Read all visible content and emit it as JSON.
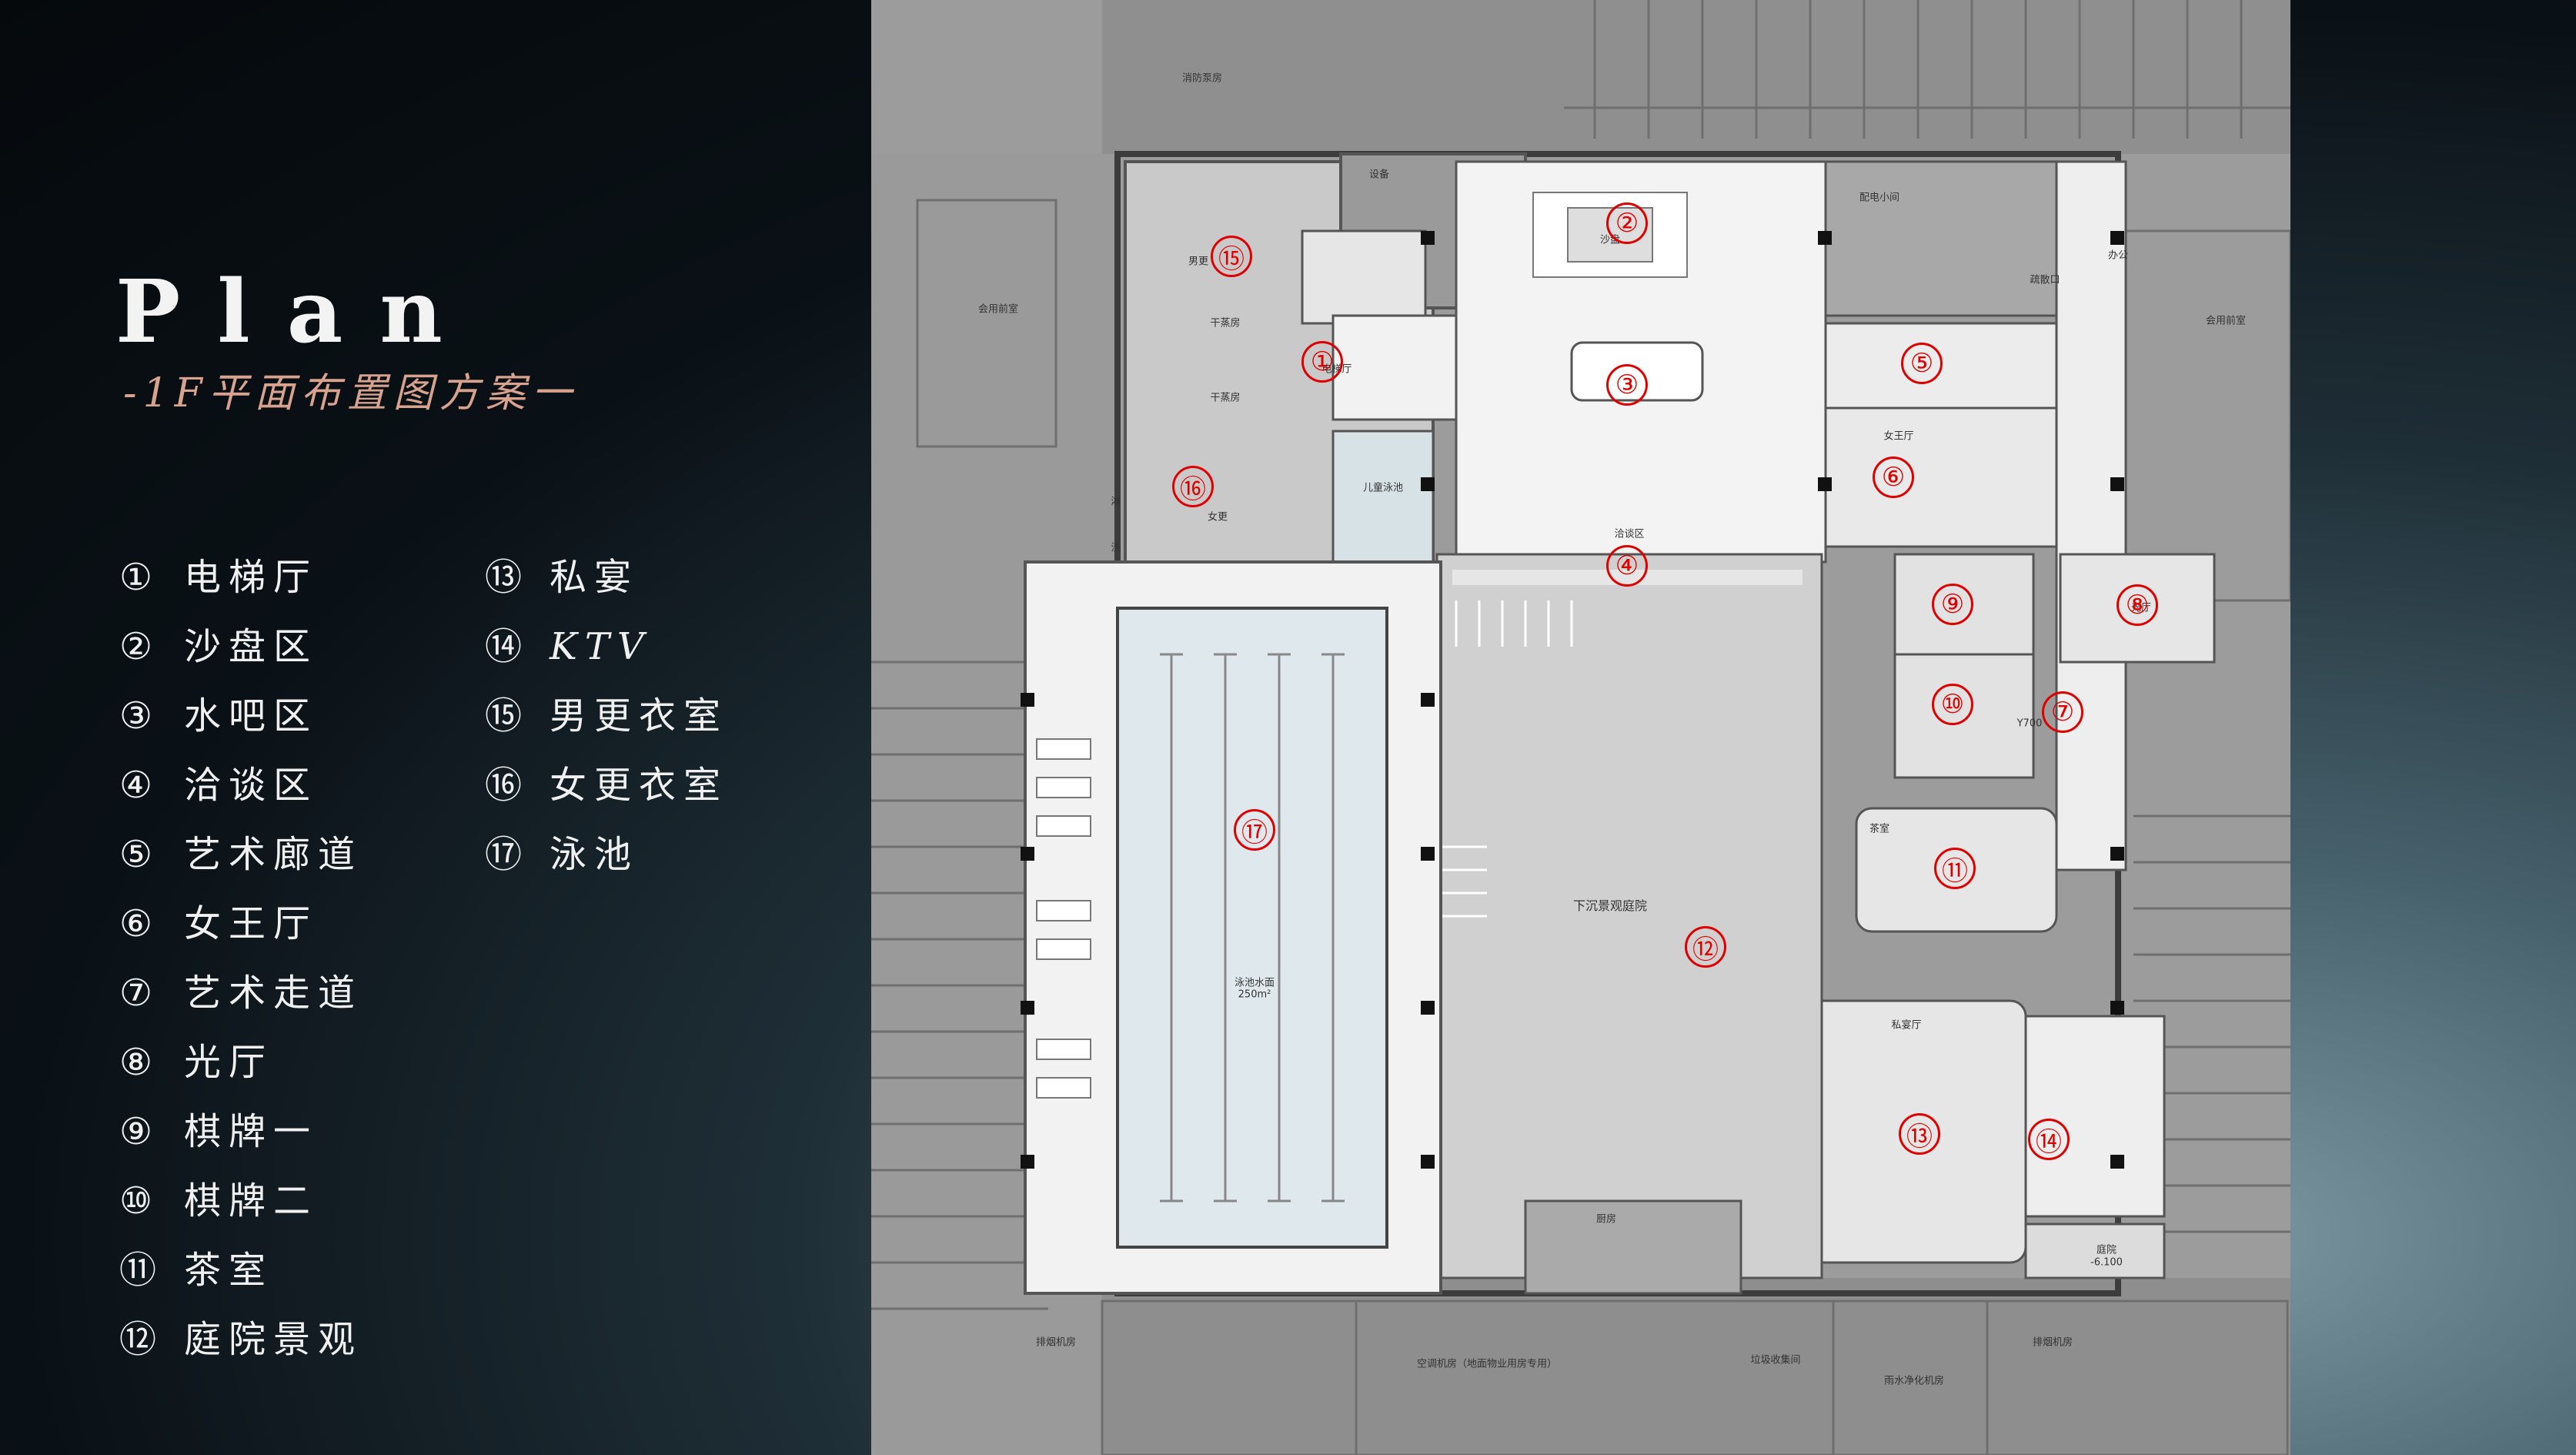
{
  "title": "Plan",
  "subtitle": "-1F平面布置图方案一",
  "legend": {
    "column1": [
      {
        "num": "①",
        "label": "电梯厅"
      },
      {
        "num": "②",
        "label": "沙盘区"
      },
      {
        "num": "③",
        "label": "水吧区"
      },
      {
        "num": "④",
        "label": "洽谈区"
      },
      {
        "num": "⑤",
        "label": "艺术廊道"
      },
      {
        "num": "⑥",
        "label": "女王厅"
      },
      {
        "num": "⑦",
        "label": "艺术走道"
      },
      {
        "num": "⑧",
        "label": "光厅"
      },
      {
        "num": "⑨",
        "label": "棋牌一"
      },
      {
        "num": "⑩",
        "label": "棋牌二"
      },
      {
        "num": "⑪",
        "label": "茶室"
      },
      {
        "num": "⑫",
        "label": "庭院景观"
      }
    ],
    "column2": [
      {
        "num": "⑬",
        "label": "私宴"
      },
      {
        "num": "⑭",
        "label": "KTV"
      },
      {
        "num": "⑮",
        "label": "男更衣室"
      },
      {
        "num": "⑯",
        "label": "女更衣室"
      },
      {
        "num": "⑰",
        "label": "泳池"
      }
    ]
  },
  "markers": [
    "①",
    "②",
    "③",
    "④",
    "⑤",
    "⑥",
    "⑦",
    "⑧",
    "⑨",
    "⑩",
    "⑪",
    "⑫",
    "⑬",
    "⑭",
    "⑮",
    "⑯",
    "⑰"
  ],
  "plan_labels": {
    "fire_pump": "消防泵房",
    "equipment": "设备",
    "mens_change": "男更",
    "womens_change": "女更",
    "dry_sauna_1": "干蒸房",
    "dry_sauna_2": "干蒸房",
    "kids_pool": "儿童泳池",
    "shower": "淋",
    "wash": "洗",
    "sand_table": "沙盘",
    "elevator_hall": "电梯厅",
    "negotiation": "洽谈区",
    "queen_hall": "女王厅",
    "light_hall": "光厅",
    "tea_room": "茶室",
    "private_banquet": "私宴厅",
    "sunken_courtyard": "下沉景观庭院",
    "pool_surface": "泳池水面",
    "pool_area": "250m²",
    "kitchen": "厨房",
    "courtyard": "庭院",
    "hvac_room": "空调机房（地面物业用房专用）",
    "office": "办公",
    "exit": "疏散口",
    "fan_room_1": "排烟机房",
    "fan_room_2": "排烟机房",
    "water_purify": "雨水净化机房",
    "garbage": "垃圾收集间",
    "meeting_left": "会用前室",
    "meeting_right": "会用前室",
    "generator": "配电小间",
    "level": "-6.100",
    "elevation": "Y700"
  }
}
